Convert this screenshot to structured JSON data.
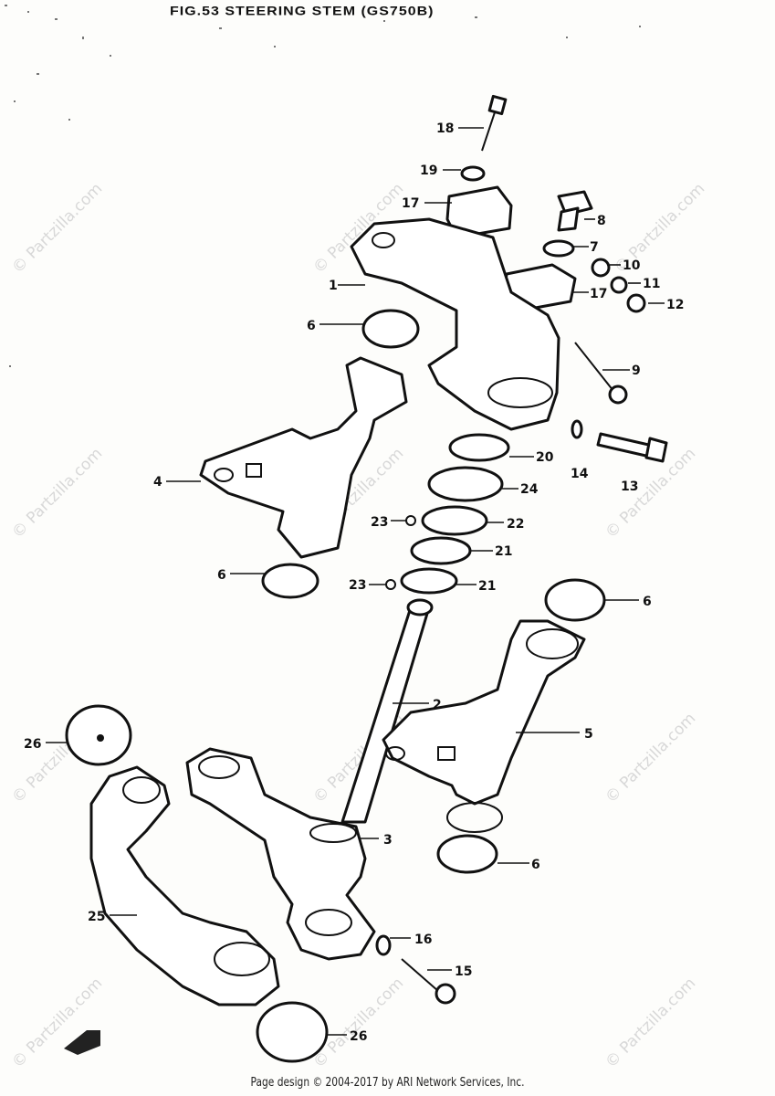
{
  "title": "FIG.53  STEERING STEM (GS750B)",
  "footer": "Page design © 2004-2017 by ARI Network Services, Inc.",
  "watermark": "Partzilla.com",
  "callouts": [
    "18",
    "19",
    "17",
    "8",
    "7",
    "10",
    "11",
    "12",
    "1",
    "17",
    "6",
    "9",
    "4",
    "20",
    "24",
    "14",
    "13",
    "23",
    "22",
    "21",
    "6",
    "23",
    "21",
    "6",
    "2",
    "5",
    "26",
    "3",
    "6",
    "25",
    "16",
    "15",
    "26"
  ]
}
